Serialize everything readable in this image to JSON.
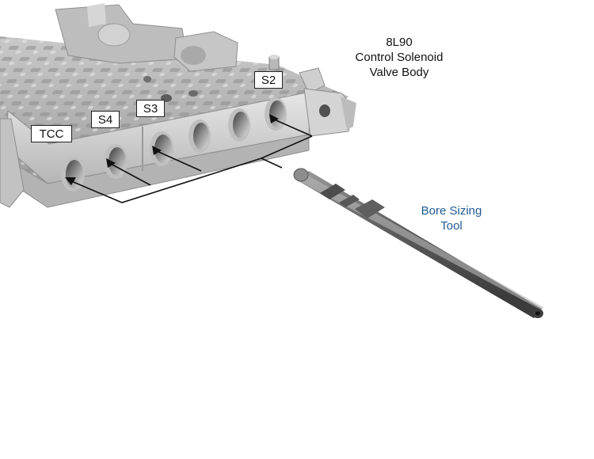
{
  "title": {
    "line1": "8L90",
    "line2": "Control Solenoid",
    "line3": "Valve Body"
  },
  "tool_label": {
    "line1": "Bore Sizing",
    "line2": "Tool"
  },
  "callouts": {
    "s2": "S2",
    "s3": "S3",
    "s4": "S4",
    "tcc": "TCC"
  },
  "colors": {
    "label_blue": "#1f5a92",
    "casting_light": "#d9d9d9",
    "casting_dark": "#8a8a8a",
    "tool_steel": "#6b6b6b"
  }
}
